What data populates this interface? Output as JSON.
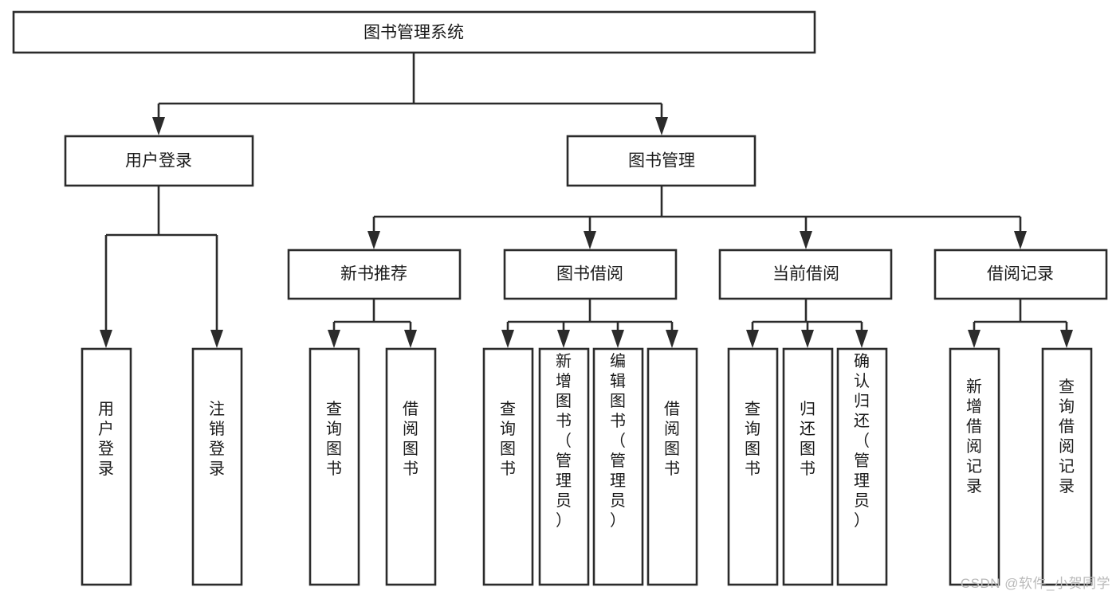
{
  "diagram": {
    "title": "图书管理系统",
    "type": "tree-hierarchy-diagram",
    "watermark": "CSDN @软件_小贺同学",
    "colors": {
      "background": "#ffffff",
      "stroke": "#2b2b2b",
      "text": "#1a1a1a",
      "watermark": "#b9b9b9"
    },
    "root": {
      "label": "图书管理系统",
      "id": "root"
    },
    "level2": [
      {
        "id": "user-login",
        "label": "用户登录"
      },
      {
        "id": "book-management",
        "label": "图书管理"
      }
    ],
    "level3": [
      {
        "id": "new-book-recommend",
        "label": "新书推荐",
        "parent": "book-management"
      },
      {
        "id": "book-borrow",
        "label": "图书借阅",
        "parent": "book-management"
      },
      {
        "id": "current-borrow",
        "label": "当前借阅",
        "parent": "book-management"
      },
      {
        "id": "borrow-record",
        "label": "借阅记录",
        "parent": "book-management"
      }
    ],
    "leaves": [
      {
        "id": "leaf-user-login",
        "label": "用户登录",
        "parent": "user-login"
      },
      {
        "id": "leaf-logout",
        "label": "注销登录",
        "parent": "user-login"
      },
      {
        "id": "leaf-query-book-1",
        "label": "查询图书",
        "parent": "new-book-recommend"
      },
      {
        "id": "leaf-borrow-book-1",
        "label": "借阅图书",
        "parent": "new-book-recommend"
      },
      {
        "id": "leaf-query-book-2",
        "label": "查询图书",
        "parent": "book-borrow"
      },
      {
        "id": "leaf-add-book",
        "label": "新增图书（管理员）",
        "parent": "book-borrow"
      },
      {
        "id": "leaf-edit-book",
        "label": "编辑图书（管理员）",
        "parent": "book-borrow"
      },
      {
        "id": "leaf-borrow-book-2",
        "label": "借阅图书",
        "parent": "book-borrow"
      },
      {
        "id": "leaf-query-book-3",
        "label": "查询图书",
        "parent": "current-borrow"
      },
      {
        "id": "leaf-return-book",
        "label": "归还图书",
        "parent": "current-borrow"
      },
      {
        "id": "leaf-confirm-return",
        "label": "确认归还（管理员）",
        "parent": "current-borrow"
      },
      {
        "id": "leaf-add-record",
        "label": "新增借阅记录",
        "parent": "borrow-record"
      },
      {
        "id": "leaf-query-record",
        "label": "查询借阅记录",
        "parent": "borrow-record"
      }
    ]
  }
}
